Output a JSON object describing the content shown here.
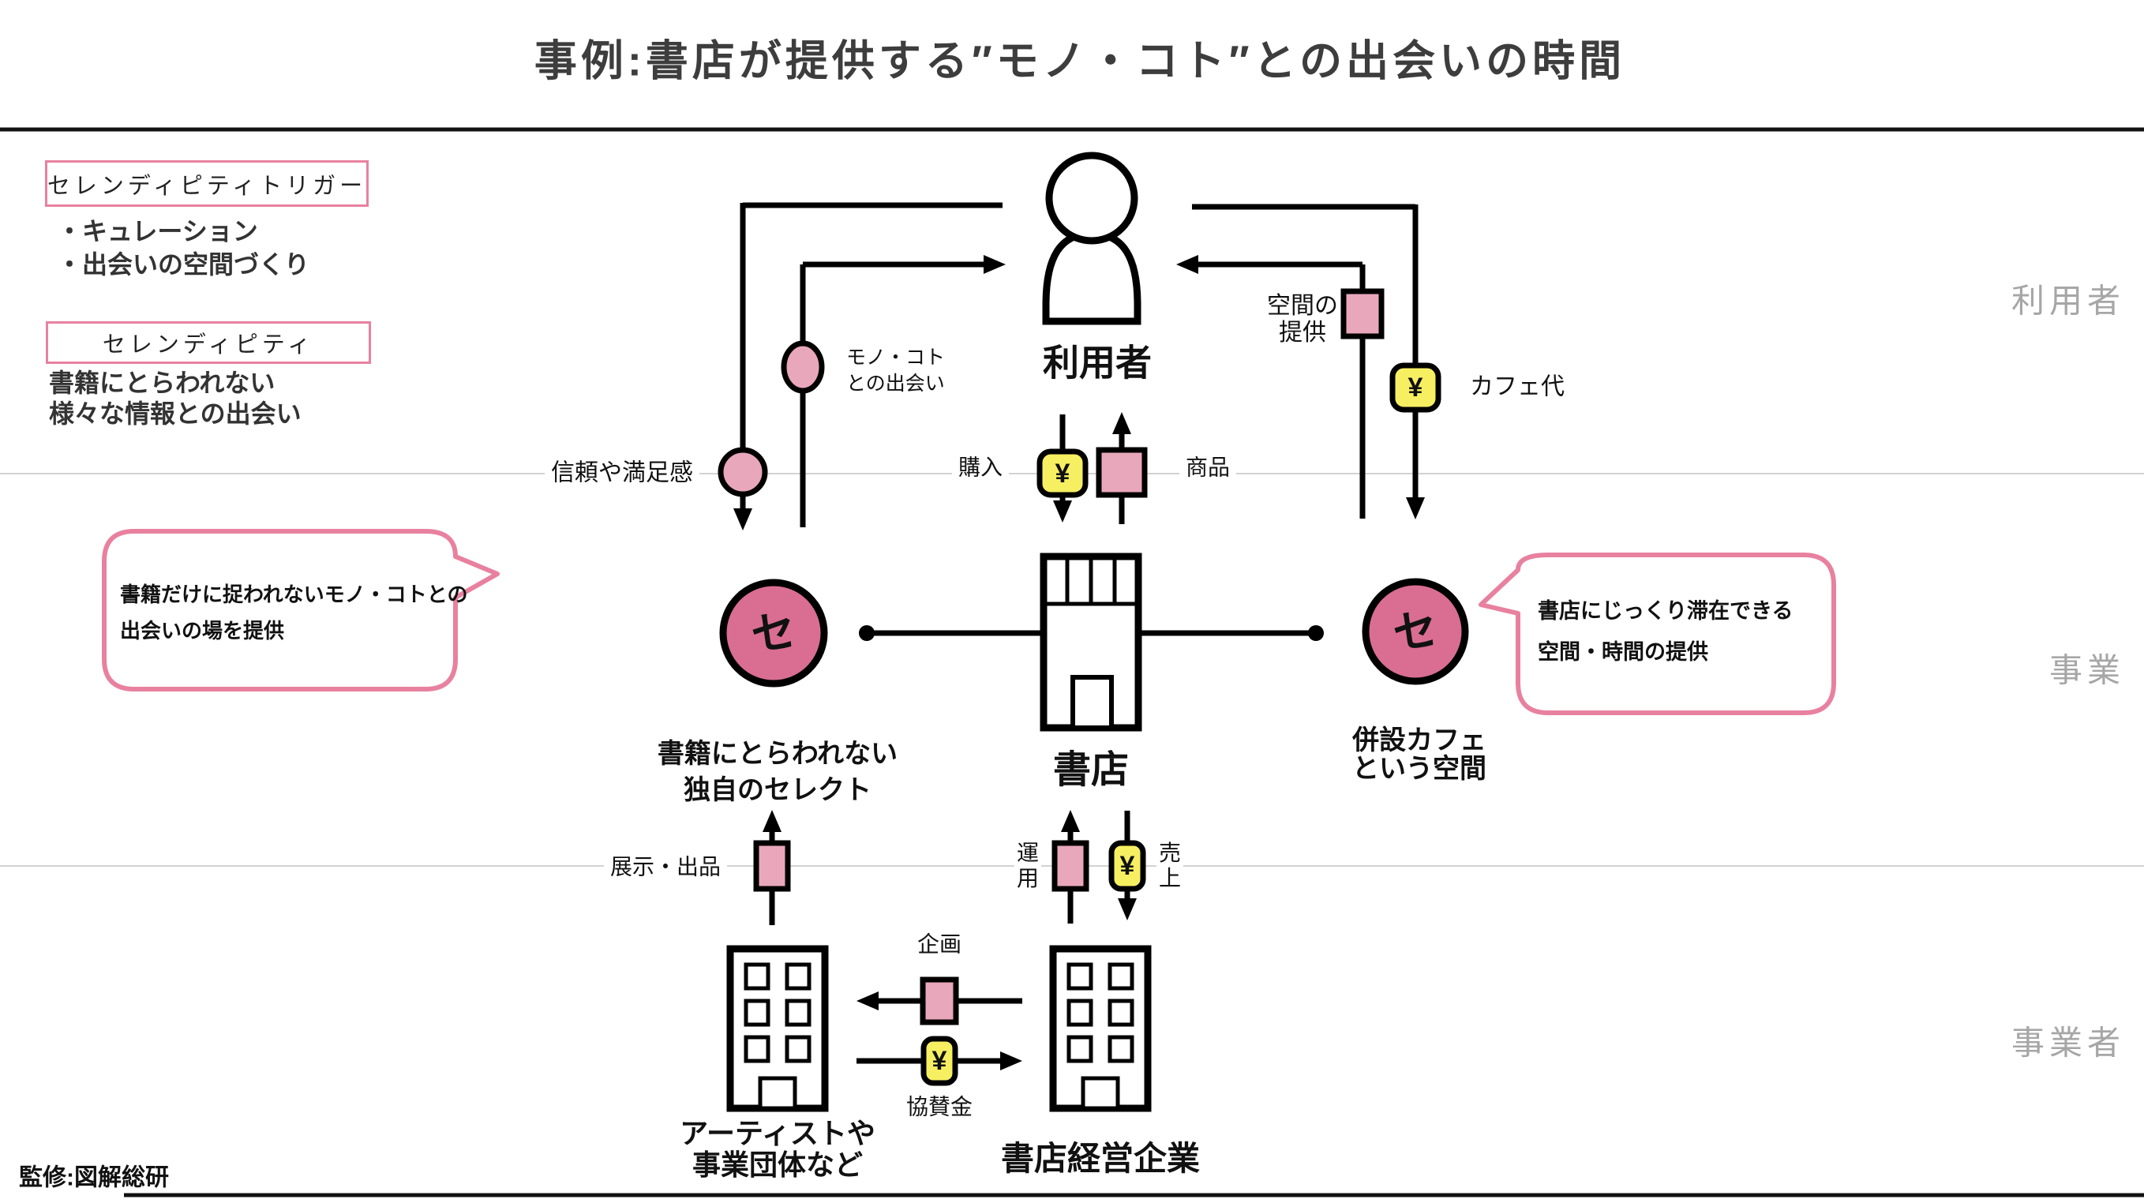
{
  "title": "事例:書店が提供する″モノ・コト″との出会いの時間",
  "legend": {
    "trigger_label": "セレンディピティトリガー",
    "trigger_items": "・キュレーション\n・出会いの空間づくり",
    "serendipity_label": "セレンディピティ",
    "serendipity_note": "書籍にとらわれない\n様々な情報との出会い"
  },
  "zones": {
    "user": "利用者",
    "business": "事業",
    "operator": "事業者"
  },
  "actors": {
    "user": "利用者",
    "bookstore": "書店",
    "select": "書籍にとらわれない\n独自のセレクト",
    "cafe": "併設カフェ\nという空間",
    "artists": "アーティストや\n事業団体など",
    "company": "書店経営企業"
  },
  "flows": {
    "trust": "信頼や満足感",
    "encounter": "モノ・コト\nとの出会い",
    "purchase": "購入",
    "goods": "商品",
    "space": "空間の\n提供",
    "cafe_fee": "カフェ代",
    "exhibit": "展示・出品",
    "operation": "運\n用",
    "sales": "売\n上",
    "planning": "企画",
    "sponsorship": "協賛金"
  },
  "bubbles": {
    "select_note": "書籍だけに捉われないモノ・コトとの\n出会いの場を提供",
    "cafe_note": "書店にじっくり滞在できる\n空間・時間の提供"
  },
  "badges": {
    "serendipity_initial": "セ",
    "yen": "¥"
  },
  "footer": {
    "supervision": "監修:図解総研"
  },
  "colors": {
    "pink_fill": "#e9a7bb",
    "rose_fill": "#d96e92",
    "yellow_fill": "#f7ef62",
    "pink_border": "#e8819f",
    "zone_text": "#a6a6a6",
    "divider": "#d2d2d2",
    "title_text": "#3d3d3d"
  }
}
